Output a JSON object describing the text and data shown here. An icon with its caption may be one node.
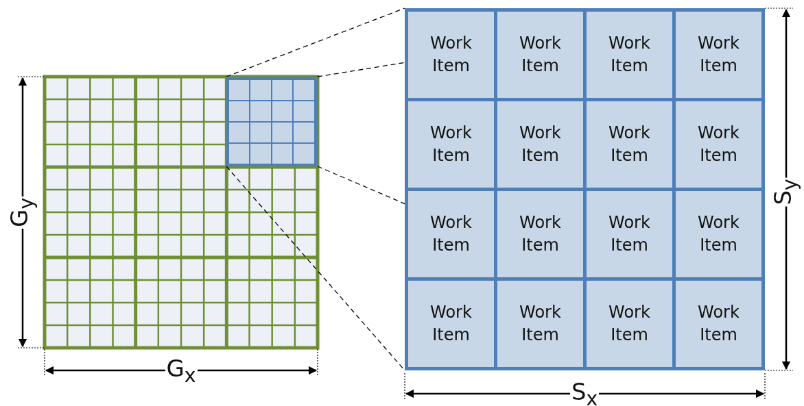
{
  "diagram": {
    "nodes": [
      {
        "text": [],
        "shape": "box"
      },
      {
        "text": [],
        "shape": "box"
      },
      {
        "text": [
          "Work Item"
        ],
        "in": 1
      },
      {
        "text": [
          "Work Item"
        ],
        "in": 1
      },
      {
        "text": [
          "Work Item"
        ],
        "in": 1
      },
      {
        "text": [
          "Work Item"
        ],
        "in": 1
      },
      {
        "text": [
          "Work Item"
        ],
        "in": 1
      },
      {
        "text": [
          "Work Item"
        ],
        "in": 1
      },
      {
        "text": [
          "Work Item"
        ],
        "in": 1
      },
      {
        "text": [
          "Work Item"
        ],
        "in": 1
      },
      {
        "text": [
          "Work Item"
        ],
        "in": 1
      },
      {
        "text": [
          "Work Item"
        ],
        "in": 1
      },
      {
        "text": [
          "Work Item"
        ],
        "in": 1
      },
      {
        "text": [
          "Work Item"
        ],
        "in": 1
      },
      {
        "text": [
          "Work Item"
        ],
        "in": 1
      },
      {
        "text": [
          "Work Item"
        ],
        "in": 1
      },
      {
        "text": [
          "Work Item"
        ],
        "in": 1
      },
      {
        "text": [
          "Work Item"
        ],
        "in": 1
      }
    ],
    "edges": [
      {
        "from": 0,
        "to": 1,
        "arrow": "none",
        "style": "dashed"
      },
      {
        "from": 0,
        "to": 1,
        "arrow": "none",
        "style": "dashed"
      },
      {
        "from": 0,
        "to": 1,
        "arrow": "none",
        "style": "dashed"
      },
      {
        "from": 0,
        "to": 1,
        "arrow": "none",
        "style": "dashed"
      }
    ],
    "labels": [
      "G$_{y}$",
      "S$_{y}$",
      "G$_{x}$",
      "S$_{x}$"
    ]
  }
}
